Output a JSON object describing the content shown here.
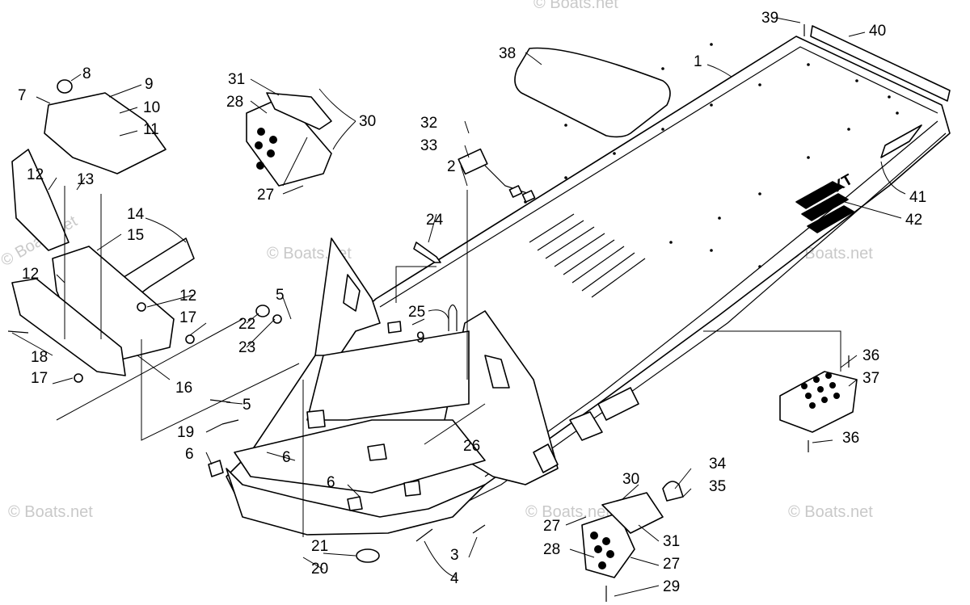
{
  "watermark": "© Boats.net",
  "callouts": [
    "1",
    "2",
    "3",
    "4",
    "5",
    "5",
    "6",
    "6",
    "6",
    "7",
    "8",
    "9",
    "9",
    "10",
    "11",
    "12",
    "12",
    "12",
    "13",
    "14",
    "15",
    "16",
    "17",
    "17",
    "18",
    "19",
    "20",
    "21",
    "22",
    "23",
    "24",
    "25",
    "26",
    "27",
    "27",
    "27",
    "28",
    "28",
    "29",
    "30",
    "30",
    "31",
    "31",
    "32",
    "33",
    "34",
    "35",
    "36",
    "36",
    "37",
    "38",
    "39",
    "40",
    "41",
    "42"
  ],
  "decal_text": "XT"
}
